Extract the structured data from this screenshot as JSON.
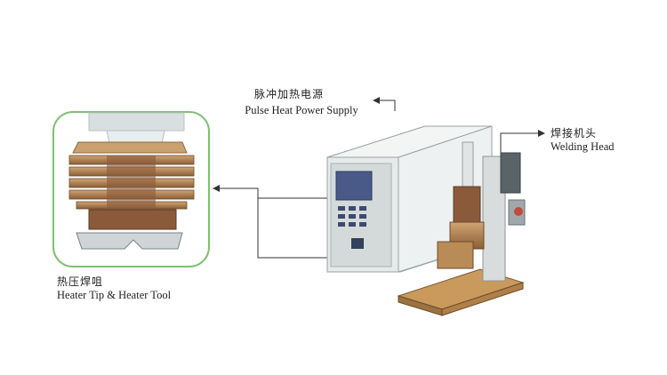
{
  "labels": {
    "power_supply": {
      "cn": "脉冲加热电源",
      "en": "Pulse Heat Power Supply"
    },
    "welding_head": {
      "cn": "焊接机头",
      "en": "Welding Head"
    },
    "heater_tip": {
      "cn": "热压焊咀",
      "en": "Heater Tip & Heater Tool"
    }
  },
  "colors": {
    "inset_border": "#7fbf73",
    "arrow": "#333333",
    "brass": "#b5834f",
    "copper": "#8a5a3a",
    "cabinet": "#e8ecec",
    "panel": "#cfd6d6",
    "screen": "#4a5a88",
    "base": "#c99a5c"
  }
}
